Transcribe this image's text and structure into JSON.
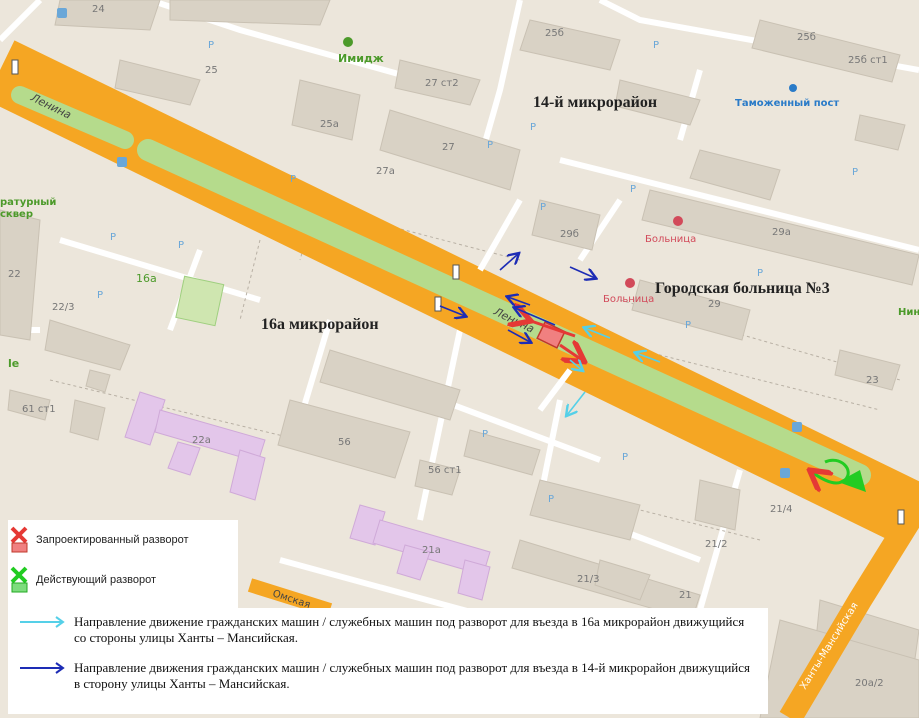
{
  "map": {
    "street_lenina_west": "Ленина",
    "street_lenina_center": "Ленина",
    "street_khanty_mansiyskaya": "Ханты-Мансийская",
    "street_omskaya": "Омская",
    "district_14": "14-й микрорайон",
    "district_16a": "16а микрорайон",
    "hospital_3": "Городская больница №3",
    "hospital_label_1": "Больница",
    "hospital_label_2": "Больница",
    "customs_post": "Таможенный пост",
    "imidzh": "Имидж",
    "park_label_1": "ратурный",
    "park_label_2": "сквер",
    "park_label_3": "le",
    "nin_label": "Нин",
    "parking": "P",
    "buildings": {
      "b24": "24",
      "b25": "25",
      "b25a": "25а",
      "b25b": "25б",
      "b25b2": "25б",
      "b25b_st1": "25б ст1",
      "b27": "27",
      "b27st2": "27 ст2",
      "b27a": "27а",
      "b29": "29",
      "b29a": "29а",
      "b29b": "29б",
      "b16a": "16а",
      "b22": "22",
      "b22_3": "22/3",
      "b22a": "22а",
      "b61st1": "61 ст1",
      "b56": "56",
      "b56st1": "56 ст1",
      "b21a": "21а",
      "b21_2": "21/2",
      "b21_3": "21/3",
      "b21": "21",
      "b21_4": "21/4",
      "b23": "23",
      "b20a_2": "20а/2"
    },
    "colors": {
      "road": "#f5a623",
      "median": "#b5db8c",
      "background": "#ece6db",
      "building": "#d9d2c5",
      "purple_building": "#e3c6ea",
      "red_marker": "#e53935",
      "green_marker": "#22cc22",
      "cyan_arrow": "#55d0e8",
      "navy_arrow": "#1d2cb5"
    }
  },
  "legend": {
    "planned_uturn": "Запроектированный разворот",
    "existing_uturn": "Действующий разворот"
  },
  "notes": {
    "cyan_direction": "Направление движение гражданских машин / служебных машин под разворот для въезда в 16а микрорайон движущийся со стороны улицы Ханты – Мансийская.",
    "navy_direction": "Направление движения гражданских машин / служебных машин под разворот для въезда в 14-й микрорайон движущийся в сторону улицы Ханты – Мансийская."
  }
}
